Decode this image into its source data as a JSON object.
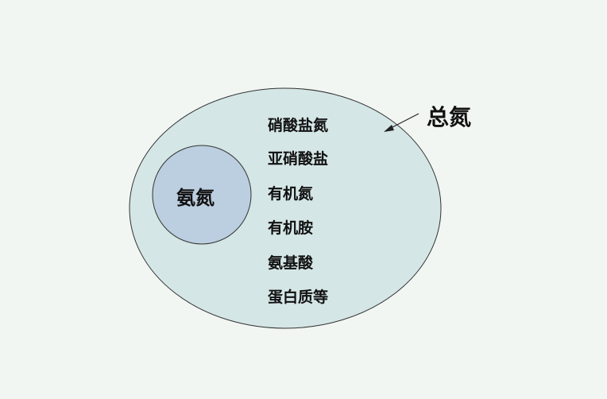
{
  "diagram": {
    "outer": {
      "label": "总氮",
      "fill": "#d4e6e5"
    },
    "inner": {
      "label": "氨氮",
      "fill": "#bccfe0"
    },
    "items": [
      "硝酸盐氮",
      "亚硝酸盐",
      "有机氮",
      "有机胺",
      "氨基酸",
      "蛋白质等"
    ]
  }
}
